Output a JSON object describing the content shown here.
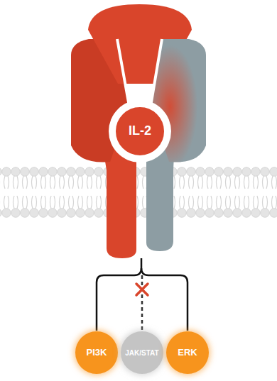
{
  "diagram": {
    "nodes": [
      {
        "text": [
          "IL-2"
        ]
      },
      {
        "text": [
          "PI3K"
        ]
      },
      {
        "text": [
          "JAK/STAT"
        ]
      },
      {
        "text": [
          "ERK"
        ]
      }
    ]
  }
}
